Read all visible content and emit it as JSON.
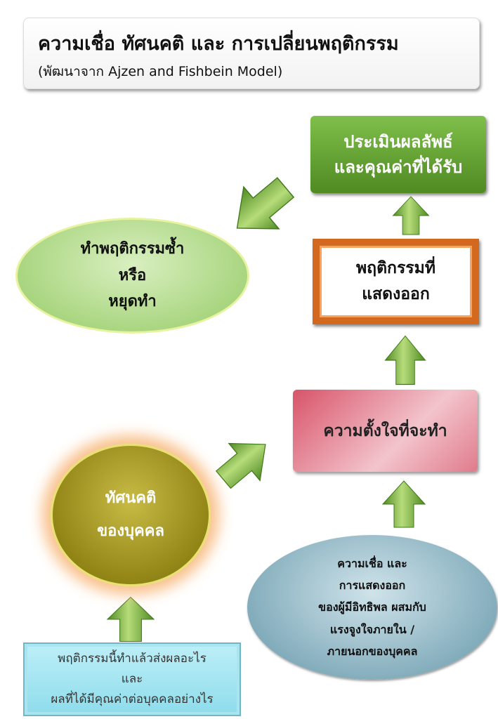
{
  "title": {
    "main": "ความเชื่อ ทัศนคติ และ การเปลี่ยนพฤติกรรม",
    "sub": "(พัฒนาจาก Ajzen and Fishbein Model)"
  },
  "evaluate": {
    "line1": "ประเมินผลลัพธ์",
    "line2": "และคุณค่าที่ได้รับ"
  },
  "behavior": {
    "line1": "พฤติกรรมที่",
    "line2": "แสดงออก"
  },
  "intention": {
    "line1": "ความตั้งใจที่จะทำ"
  },
  "beliefs": {
    "lines": [
      "ความเชื่อ และ",
      "การแสดงออก",
      "ของผู้มีอิทธิพล ผสมกับ",
      "แรงจูงใจภายใน /",
      "ภายนอกของบุคคล"
    ]
  },
  "repeat": {
    "lines": [
      "ทำพฤติกรรมซ้ำ",
      "หรือ",
      "หยุดทำ"
    ]
  },
  "attitude": {
    "lines": [
      "ทัศนคติ",
      "ของบุคคล"
    ]
  },
  "consequence": {
    "lines": [
      "พฤติกรรมนี้ทำแล้วส่งผลอะไร",
      "และ",
      "ผลที่ได้มีคุณค่าต่อบุคคลอย่างไร"
    ]
  },
  "colors": {
    "arrow": "#6aa334",
    "arrow_light": "#b6dc7a"
  }
}
